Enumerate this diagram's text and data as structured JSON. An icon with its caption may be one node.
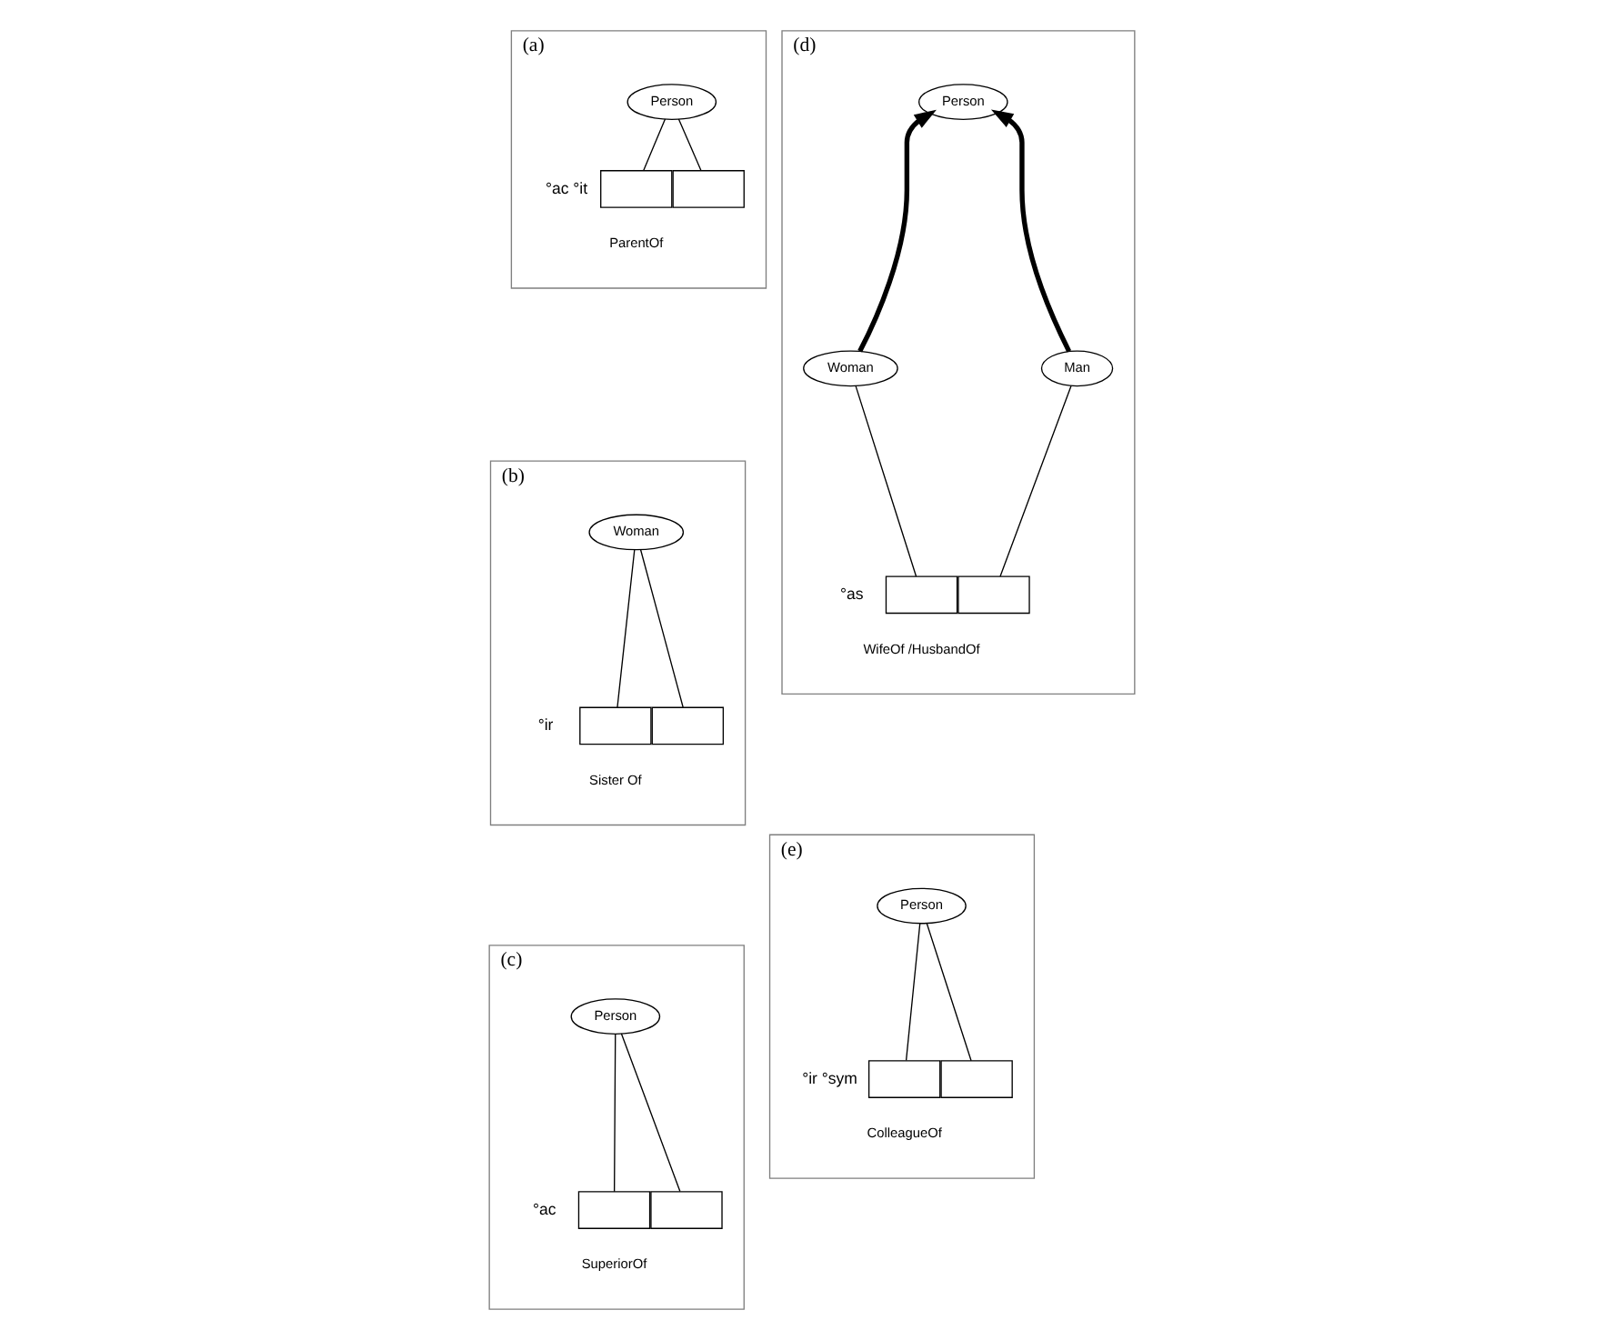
{
  "diagram": {
    "nodes": [
      {
        "text": [
          "(a)"
        ]
      },
      {
        "text": [
          "Person"
        ],
        "in": 0
      },
      {
        "text": [],
        "shape": "box",
        "in": 0,
        "beside": [
          "°ac °it",
          "ParentOf"
        ]
      },
      {
        "text": [],
        "shape": "box",
        "in": 0
      },
      {
        "text": [
          "(d)"
        ]
      },
      {
        "text": [
          "Person"
        ],
        "in": 4
      },
      {
        "text": [
          "Woman"
        ],
        "in": 4
      },
      {
        "text": [
          "Man"
        ],
        "in": 4
      },
      {
        "text": [],
        "shape": "box",
        "in": 4,
        "beside": [
          "°as",
          "WifeOf /HusbandOf"
        ]
      },
      {
        "text": [],
        "shape": "box",
        "in": 4
      },
      {
        "text": [
          "(b)"
        ]
      },
      {
        "text": [
          "Woman"
        ],
        "in": 10
      },
      {
        "text": [],
        "shape": "box",
        "in": 10,
        "beside": [
          "°ir",
          "Sister Of"
        ]
      },
      {
        "text": [],
        "shape": "box",
        "in": 10
      },
      {
        "text": [
          "(c)"
        ]
      },
      {
        "text": [
          "Person"
        ],
        "in": 14
      },
      {
        "text": [],
        "shape": "box",
        "in": 14,
        "beside": [
          "°ac",
          "SuperiorOf"
        ]
      },
      {
        "text": [],
        "shape": "box",
        "in": 14
      },
      {
        "text": [
          "(e)"
        ]
      },
      {
        "text": [
          "Person"
        ],
        "in": 18
      },
      {
        "text": [],
        "shape": "box",
        "in": 18,
        "beside": [
          "°ir °sym",
          "ColleagueOf"
        ]
      },
      {
        "text": [],
        "shape": "box",
        "in": 18
      }
    ],
    "edges": [
      {
        "from": 1,
        "to": 2,
        "arrow": "none"
      },
      {
        "from": 1,
        "to": 3,
        "arrow": "none"
      },
      {
        "from": 6,
        "to": 5,
        "arrow": "to",
        "style": "thick"
      },
      {
        "from": 7,
        "to": 5,
        "arrow": "to",
        "style": "thick"
      },
      {
        "from": 6,
        "to": 8,
        "arrow": "none"
      },
      {
        "from": 7,
        "to": 9,
        "arrow": "none"
      },
      {
        "from": 11,
        "to": 12,
        "arrow": "none"
      },
      {
        "from": 11,
        "to": 13,
        "arrow": "none"
      },
      {
        "from": 15,
        "to": 16,
        "arrow": "none"
      },
      {
        "from": 15,
        "to": 17,
        "arrow": "none"
      },
      {
        "from": 19,
        "to": 20,
        "arrow": "none"
      },
      {
        "from": 19,
        "to": 21,
        "arrow": "none"
      }
    ]
  }
}
